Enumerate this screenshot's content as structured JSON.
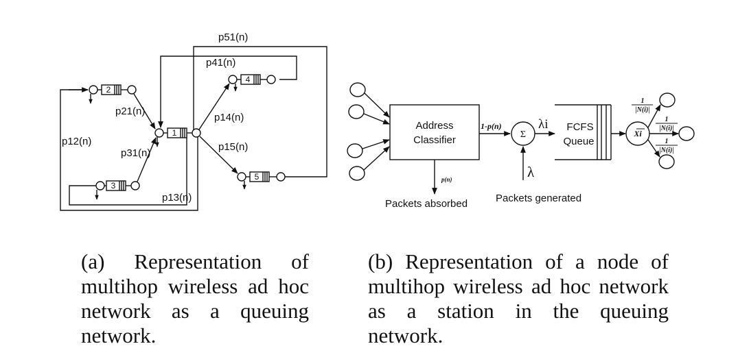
{
  "panel_a": {
    "labels": {
      "p51": "p51(n)",
      "p41": "p41(n)",
      "p21": "p21(n)",
      "p14": "p14(n)",
      "p12": "p12(n)",
      "p31": "p31(n)",
      "p15": "p15(n)",
      "p13": "p13(n)"
    },
    "queues": {
      "q1": "1",
      "q2": "2",
      "q3": "3",
      "q4": "4",
      "q5": "5"
    },
    "caption": "(a) Representation of multihop wireless ad hoc network as a queuing network."
  },
  "panel_b": {
    "classifier_line1": "Address",
    "classifier_line2": "Classifier",
    "one_minus_p": "1-p(n)",
    "p_n": "p(n)",
    "absorbed": "Packets absorbed",
    "sum": "Σ",
    "lambda_i": "λi",
    "lambda": "λ",
    "generated": "Packets generated",
    "queue_line1": "FCFS",
    "queue_line2": "Queue",
    "server": "Xi",
    "prob_num": "1",
    "prob_den": "|N(i)|",
    "caption": "(b) Representation of a node of multihop wireless ad hoc network as a station in the queuing network."
  }
}
